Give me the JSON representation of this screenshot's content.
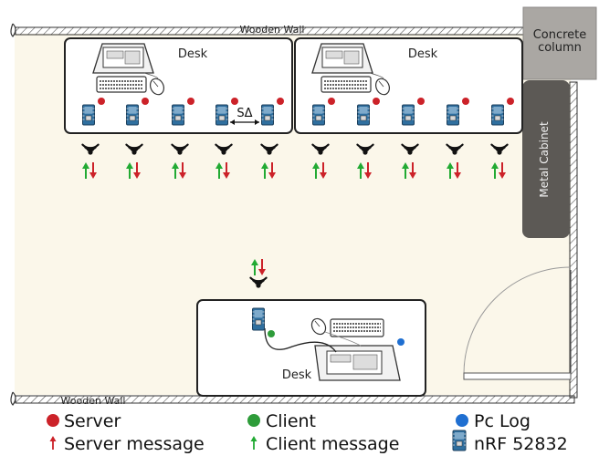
{
  "walls": {
    "top": "Wooden Wall",
    "bottom": "Wooden Wall"
  },
  "column": {
    "line1": "Concrete",
    "line2": "column"
  },
  "cabinet": "Metal Cabinet",
  "desks": [
    "Desk",
    "Desk",
    "Desk"
  ],
  "spacing_label": "SΔ",
  "legend": {
    "server": "Server",
    "client": "Client",
    "pclog": "Pc Log",
    "server_msg": "Server message",
    "client_msg": "Client message",
    "board": "nRF 52832"
  },
  "colors": {
    "server": "#cc2229",
    "client": "#2e9c3a",
    "pclog": "#1f6fd1",
    "arrow_up": "#22aa33",
    "arrow_down": "#cc2229",
    "floor": "#fbf7ea",
    "cabinet": "#5c5955",
    "column": "#aaa7a3",
    "board": "#2f6f9f"
  },
  "icons": [
    "wifi-signal-icon",
    "monitor-icon",
    "keyboard-icon",
    "mouse-icon",
    "nrf-board-icon"
  ]
}
